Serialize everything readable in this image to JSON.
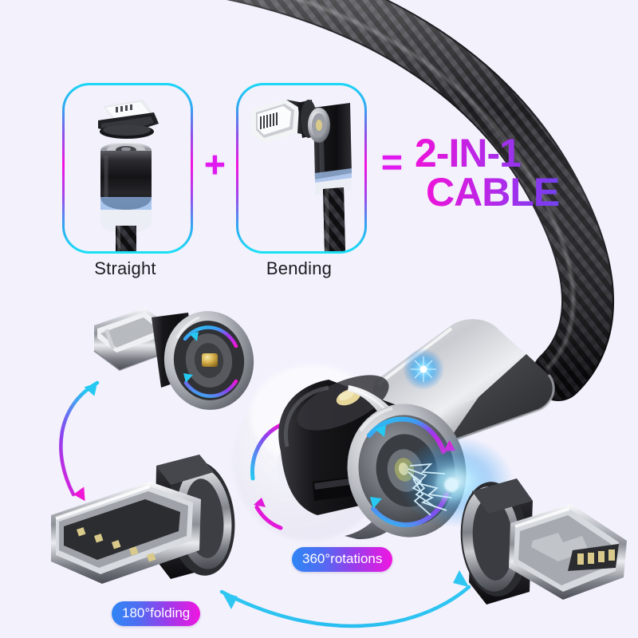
{
  "page": {
    "background_color": "#f3f1fc",
    "product": "2-in-1 magnetic charging cable"
  },
  "headline": {
    "line1": "2-IN-1",
    "line2": "CABLE",
    "gradient_from": "#ef12d9",
    "gradient_to": "#2f7ef5"
  },
  "operators": {
    "plus": "+",
    "equals": "=",
    "color": "#e019ef"
  },
  "feature_boxes": [
    {
      "id": "straight",
      "label": "Straight",
      "connector": "micro-usb-tip",
      "head_style": "straight-magnetic-head",
      "border_gradient": "cyan-magenta-cyan"
    },
    {
      "id": "bending",
      "label": "Bending",
      "connector": "usb-c-tip",
      "head_style": "right-angle-magnetic-head",
      "border_gradient": "cyan-magenta-cyan"
    }
  ],
  "badges": [
    {
      "id": "rotations",
      "text": "360°rotations",
      "gradient_from": "#2f86f5",
      "gradient_to": "#f016e0"
    },
    {
      "id": "folding",
      "text": "180°folding",
      "gradient_from": "#2f86f5",
      "gradient_to": "#f016e0"
    }
  ],
  "tips": [
    {
      "id": "lightning",
      "name": "lightning-magnetic-tip",
      "position": "upper-left",
      "contact": "gold-pin"
    },
    {
      "id": "usb-c",
      "name": "usb-c-magnetic-tip",
      "position": "lower-left",
      "contact": "silver-pins"
    },
    {
      "id": "micro-usb",
      "name": "micro-usb-magnetic-tip",
      "position": "lower-right",
      "contact": "gold-pins"
    }
  ],
  "hub": {
    "name": "rotating-magnetic-hub",
    "led": "blue-indicator-light",
    "dot": "gold-accent-dot",
    "effect": "electric-spark",
    "ghost_preview": "rotation-ghost"
  },
  "arrows": {
    "lightning_arrow_color": "#25c9f2",
    "usbc_arrow_color": "#f016d6",
    "bottom_arrow_color": "#2fc6f2",
    "rotation_ring_gradient": [
      "#25c9f2",
      "#8a43ee",
      "#f016d6"
    ]
  },
  "cable": {
    "name": "braided-nylon-cable",
    "color": "#1a1a1c"
  }
}
